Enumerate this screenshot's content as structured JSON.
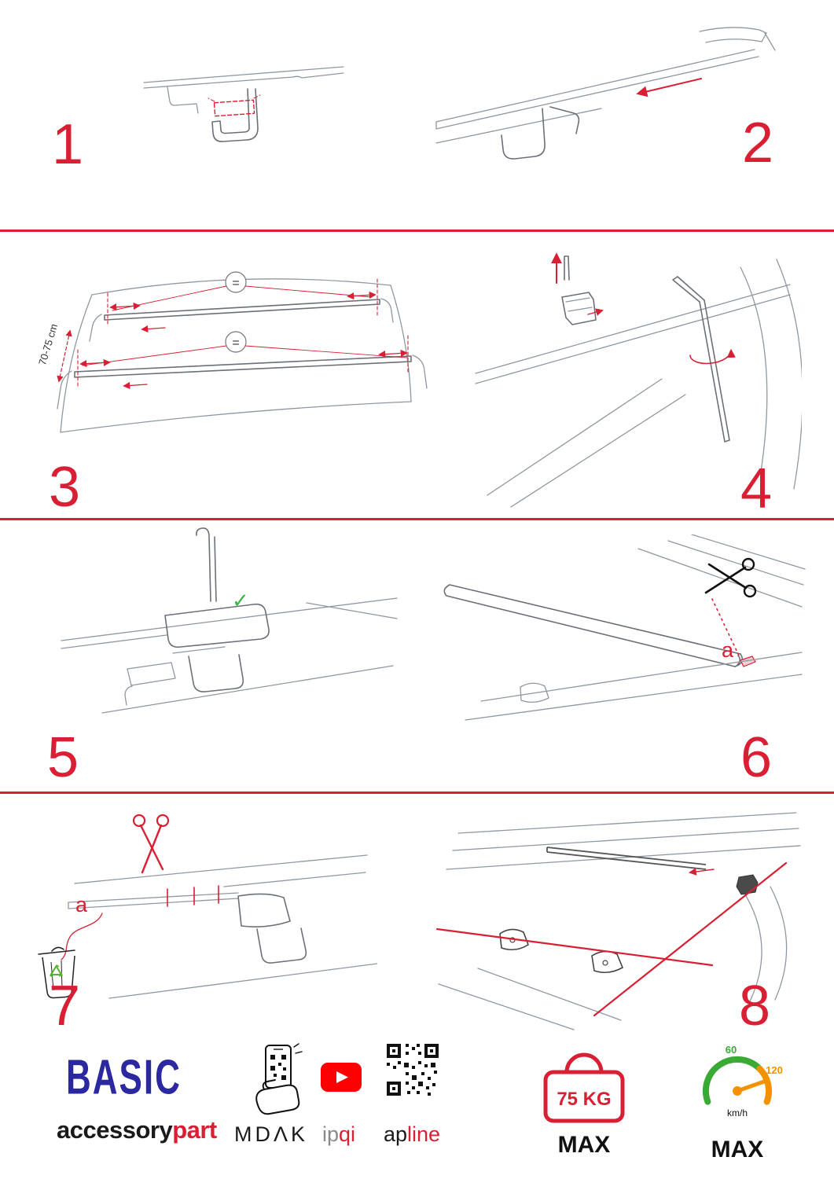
{
  "steps": [
    {
      "number": "1"
    },
    {
      "number": "2"
    },
    {
      "number": "3"
    },
    {
      "number": "4"
    },
    {
      "number": "5"
    },
    {
      "number": "6"
    },
    {
      "number": "7"
    },
    {
      "number": "8"
    }
  ],
  "annotations": {
    "equals": "=",
    "distance": "70-75 cm",
    "check": "✓",
    "label_a_step6": "a",
    "label_a_step7": "a"
  },
  "footer": {
    "brand": "BASIC",
    "brand_sub": {
      "black": "accessory",
      "red": "part"
    },
    "partner1": "MDΛK",
    "partner2": {
      "gray": "ip",
      "red": "qi"
    },
    "partner3": {
      "black": "ap",
      "red": "line"
    },
    "weight_label": "75 KG",
    "weight_max": "MAX",
    "speed_min": "60",
    "speed_max_value": "120",
    "speed_unit": "km/h",
    "speed_max": "MAX"
  },
  "colors": {
    "accent_red": "#d91f33",
    "brand_blue": "#2b28a0",
    "check_green": "#3bb54a",
    "recycle_green": "#58b030",
    "speed_green": "#3aaa35",
    "speed_orange": "#f39200",
    "youtube_red": "#ff0000"
  }
}
